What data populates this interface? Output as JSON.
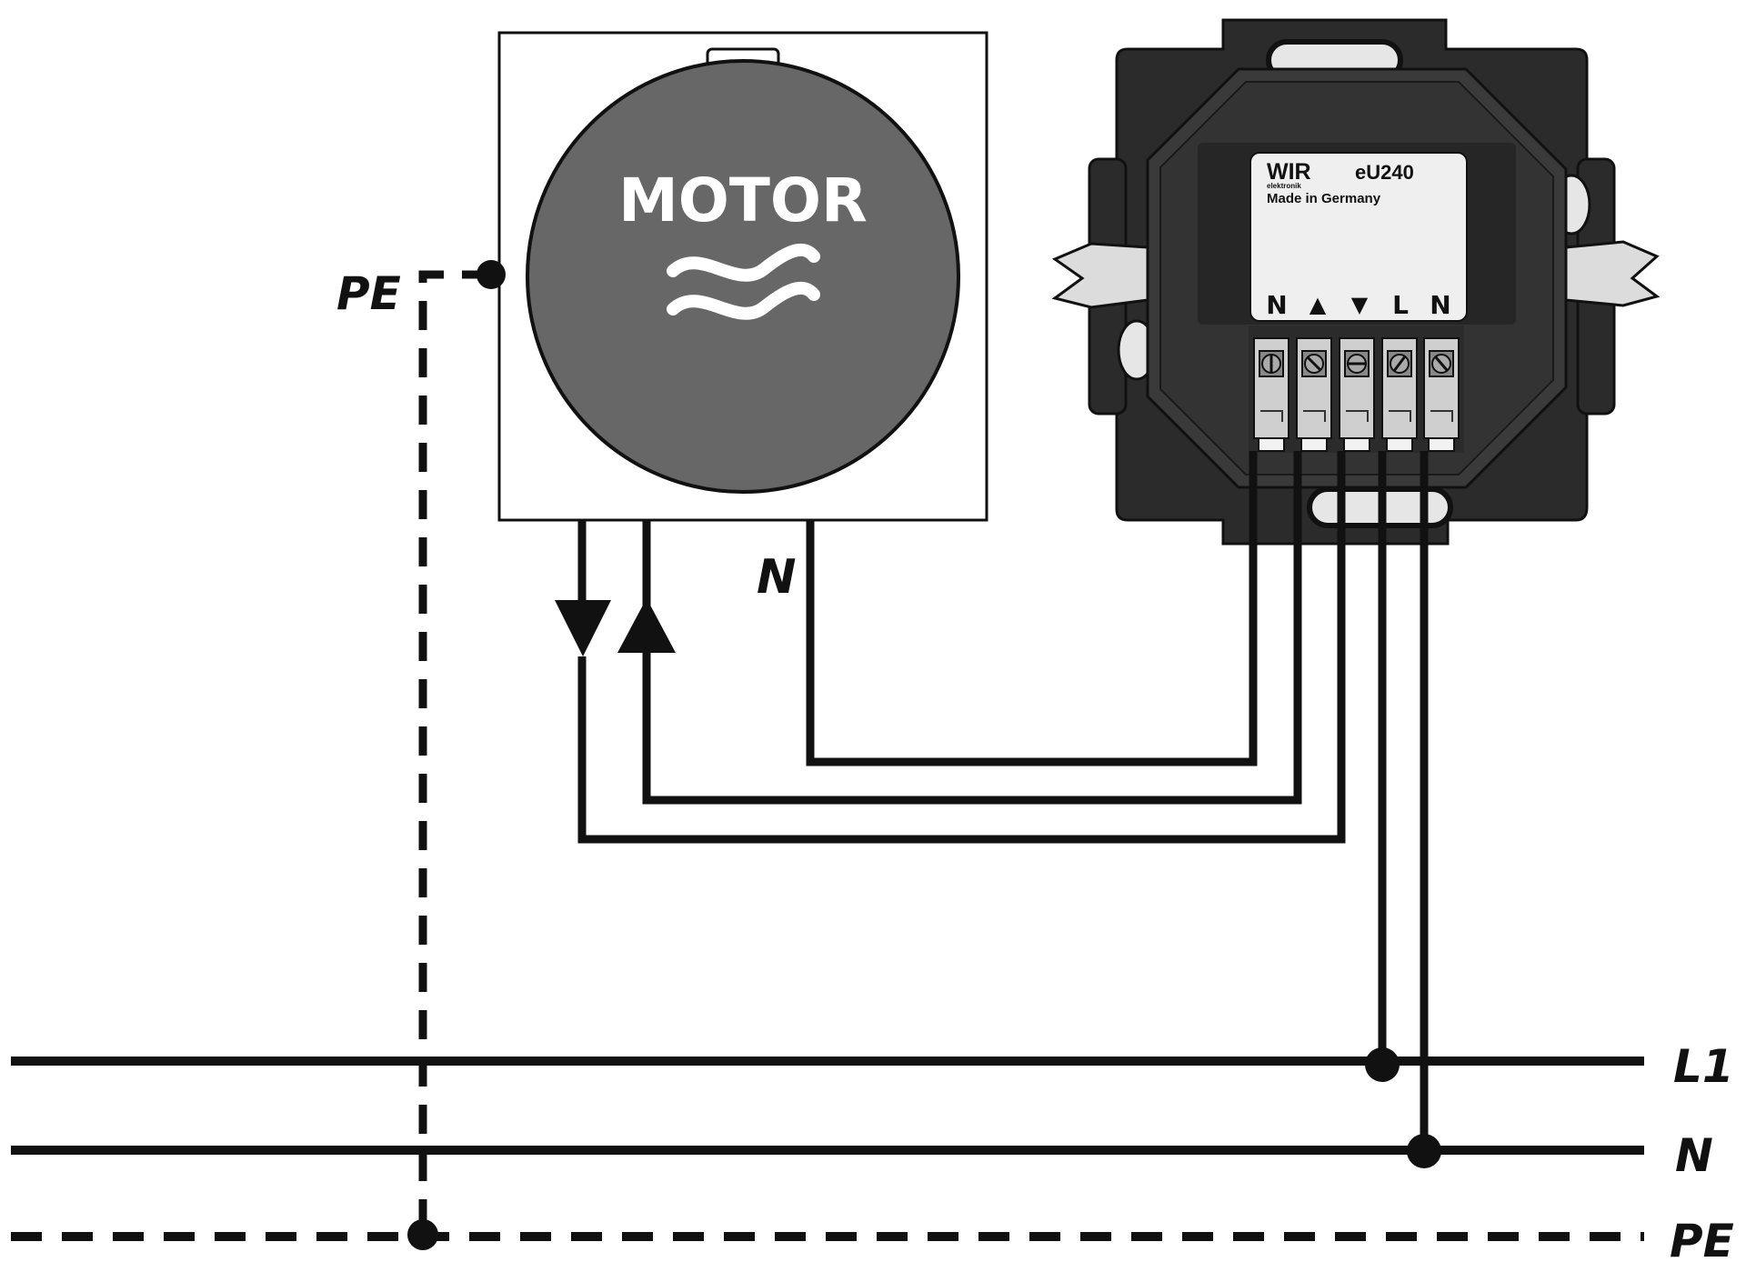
{
  "motor": {
    "title": "MOTOR",
    "symbol": "≈",
    "fill_color": "#676767"
  },
  "device": {
    "brand": "WIR",
    "brand_sub": "elektronik",
    "model": "eU240",
    "made_in": "Made in Germany",
    "terminals": [
      "N",
      "▲",
      "▼",
      "L",
      "N"
    ],
    "body_color": "#2b2b2b"
  },
  "labels": {
    "pe_motor": "PE",
    "n_motor": "N",
    "arrow_down": "▼",
    "arrow_up": "▲"
  },
  "rails": {
    "l1": "L1",
    "n": "N",
    "pe": "PE"
  }
}
